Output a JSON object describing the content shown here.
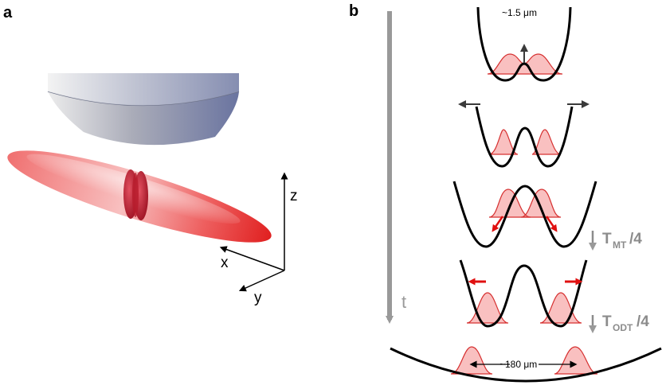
{
  "panel_a": {
    "letter": "a",
    "axis_z": "z",
    "axis_x": "x",
    "axis_y": "y"
  },
  "panel_b": {
    "letter": "b",
    "time_axis": "t",
    "stage1_width": "~1.5 μm",
    "stage5_width": "~180 μm",
    "period_mt_main": "T",
    "period_mt_sub": "MT",
    "period_mt_tail": "/4",
    "period_odt_main": "T",
    "period_odt_sub": "ODT",
    "period_odt_tail": "/4"
  },
  "colors": {
    "wavepacket": "#ee5a5a",
    "arrow_red": "#e01010",
    "arrow_gray": "#999999",
    "potential": "#000000"
  }
}
